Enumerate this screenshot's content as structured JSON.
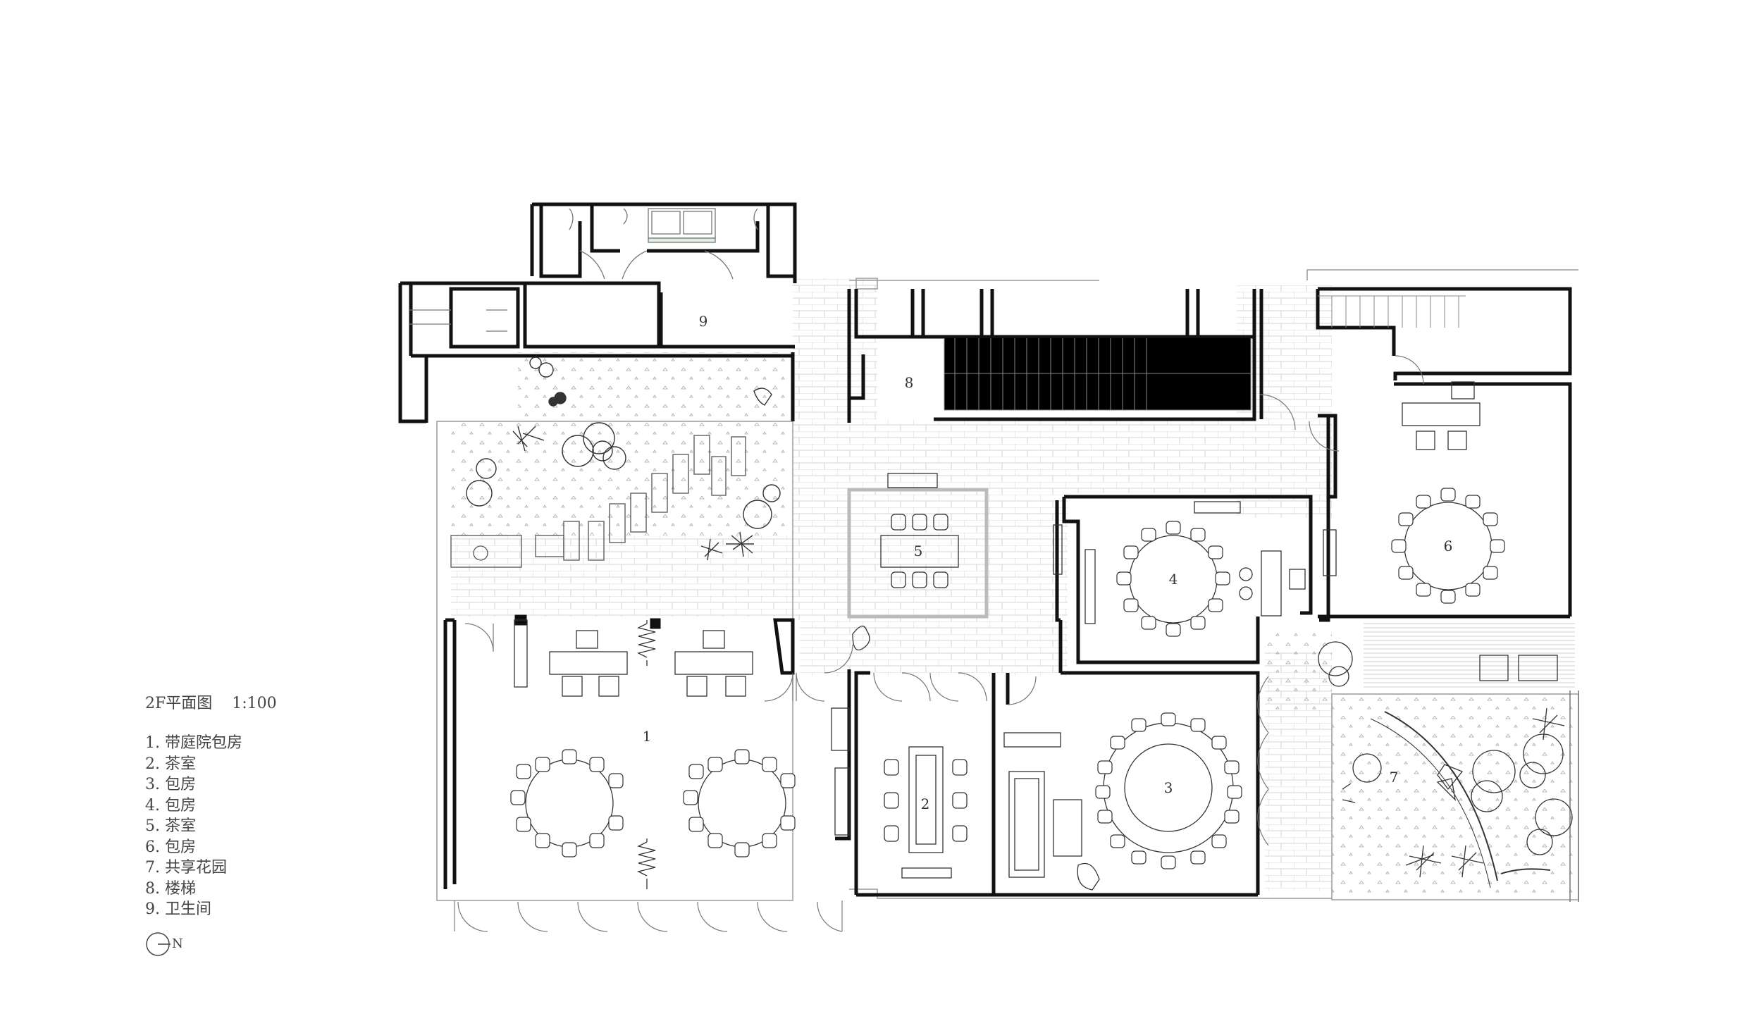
{
  "drawing": {
    "title": "2F平面图    1:100",
    "legend": [
      "1. 带庭院包房",
      "2. 茶室",
      "3. 包房",
      "4. 包房",
      "5. 茶室",
      "6. 包房",
      "7. 共享花园",
      "8. 楼梯",
      "9. 卫生间"
    ],
    "north_label": "N"
  },
  "rooms": {
    "r1": "1",
    "r2": "2",
    "r3": "3",
    "r4": "4",
    "r5": "5",
    "r6": "6",
    "r7": "7",
    "r8": "8",
    "r9": "9"
  },
  "colors": {
    "wall": "#111111",
    "fine_line": "#9a9a9a",
    "paving": "#c8c8c8"
  }
}
